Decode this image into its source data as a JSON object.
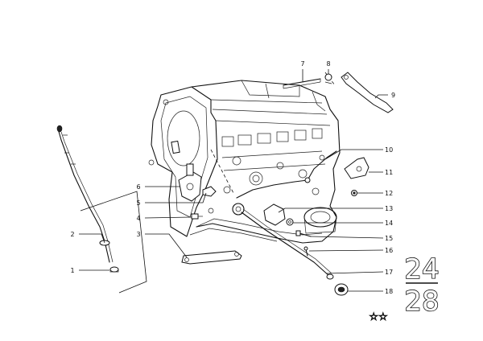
{
  "callouts": [
    {
      "n": "1"
    },
    {
      "n": "2"
    },
    {
      "n": "3"
    },
    {
      "n": "4"
    },
    {
      "n": "5"
    },
    {
      "n": "6"
    },
    {
      "n": "7"
    },
    {
      "n": "8"
    },
    {
      "n": "9"
    },
    {
      "n": "10"
    },
    {
      "n": "11"
    },
    {
      "n": "12"
    },
    {
      "n": "13"
    },
    {
      "n": "14"
    },
    {
      "n": "15"
    },
    {
      "n": "16"
    },
    {
      "n": "17"
    },
    {
      "n": "18"
    }
  ],
  "group_code": {
    "top": "24",
    "bottom": "28"
  },
  "stars": "☆☆"
}
